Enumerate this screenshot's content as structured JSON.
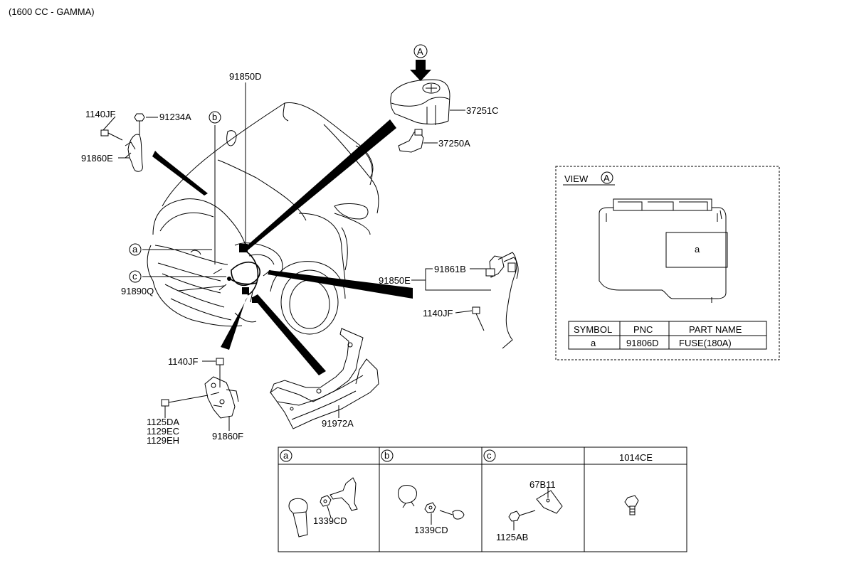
{
  "header": {
    "engine_label": "(1600 CC - GAMMA)"
  },
  "parts": {
    "p_91850D": "91850D",
    "p_37251C": "37251C",
    "p_37250A": "37250A",
    "p_1140JF_top": "1140JF",
    "p_91234A": "91234A",
    "p_91860E": "91860E",
    "p_91890Q": "91890Q",
    "p_91850E": "91850E",
    "p_91861B": "91861B",
    "p_1140JF_right": "1140JF",
    "p_1140JF_bottom": "1140JF",
    "p_1125DA": "1125DA",
    "p_1129EC": "1129EC",
    "p_1129EH": "1129EH",
    "p_91860F": "91860F",
    "p_91972A": "91972A"
  },
  "callouts": {
    "a": "a",
    "b": "b",
    "c": "c",
    "A": "A"
  },
  "view_box": {
    "title": "VIEW",
    "marker": "A",
    "fuse_symbol": "a",
    "table": {
      "headers": [
        "SYMBOL",
        "PNC",
        "PART NAME"
      ],
      "rows": [
        [
          "a",
          "91806D",
          "FUSE(180A)"
        ]
      ]
    }
  },
  "bottom_table": {
    "headers": [
      "a",
      "b",
      "c",
      "1014CE"
    ],
    "cell_a_part": "1339CD",
    "cell_b_part": "1339CD",
    "cell_c_part1": "67B11",
    "cell_c_part2": "1125AB"
  }
}
